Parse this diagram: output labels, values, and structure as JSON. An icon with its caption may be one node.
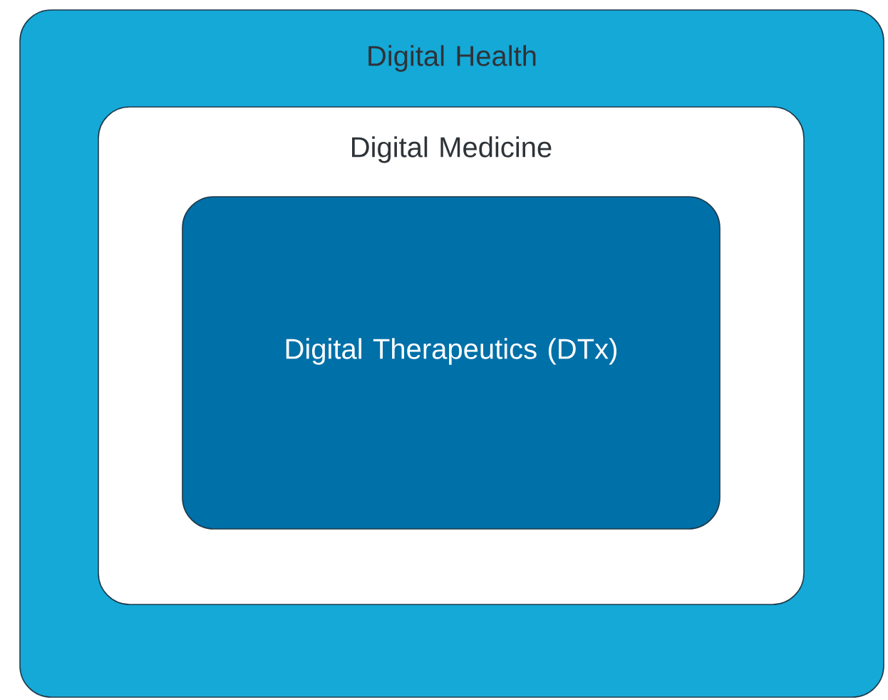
{
  "diagram": {
    "nodes": [
      {
        "text": [
          "Digital Health"
        ]
      },
      {
        "text": [
          "Digital Medicine"
        ],
        "in": 0
      },
      {
        "text": [
          "Digital Therapeutics (DTx)"
        ],
        "in": 1
      }
    ]
  }
}
